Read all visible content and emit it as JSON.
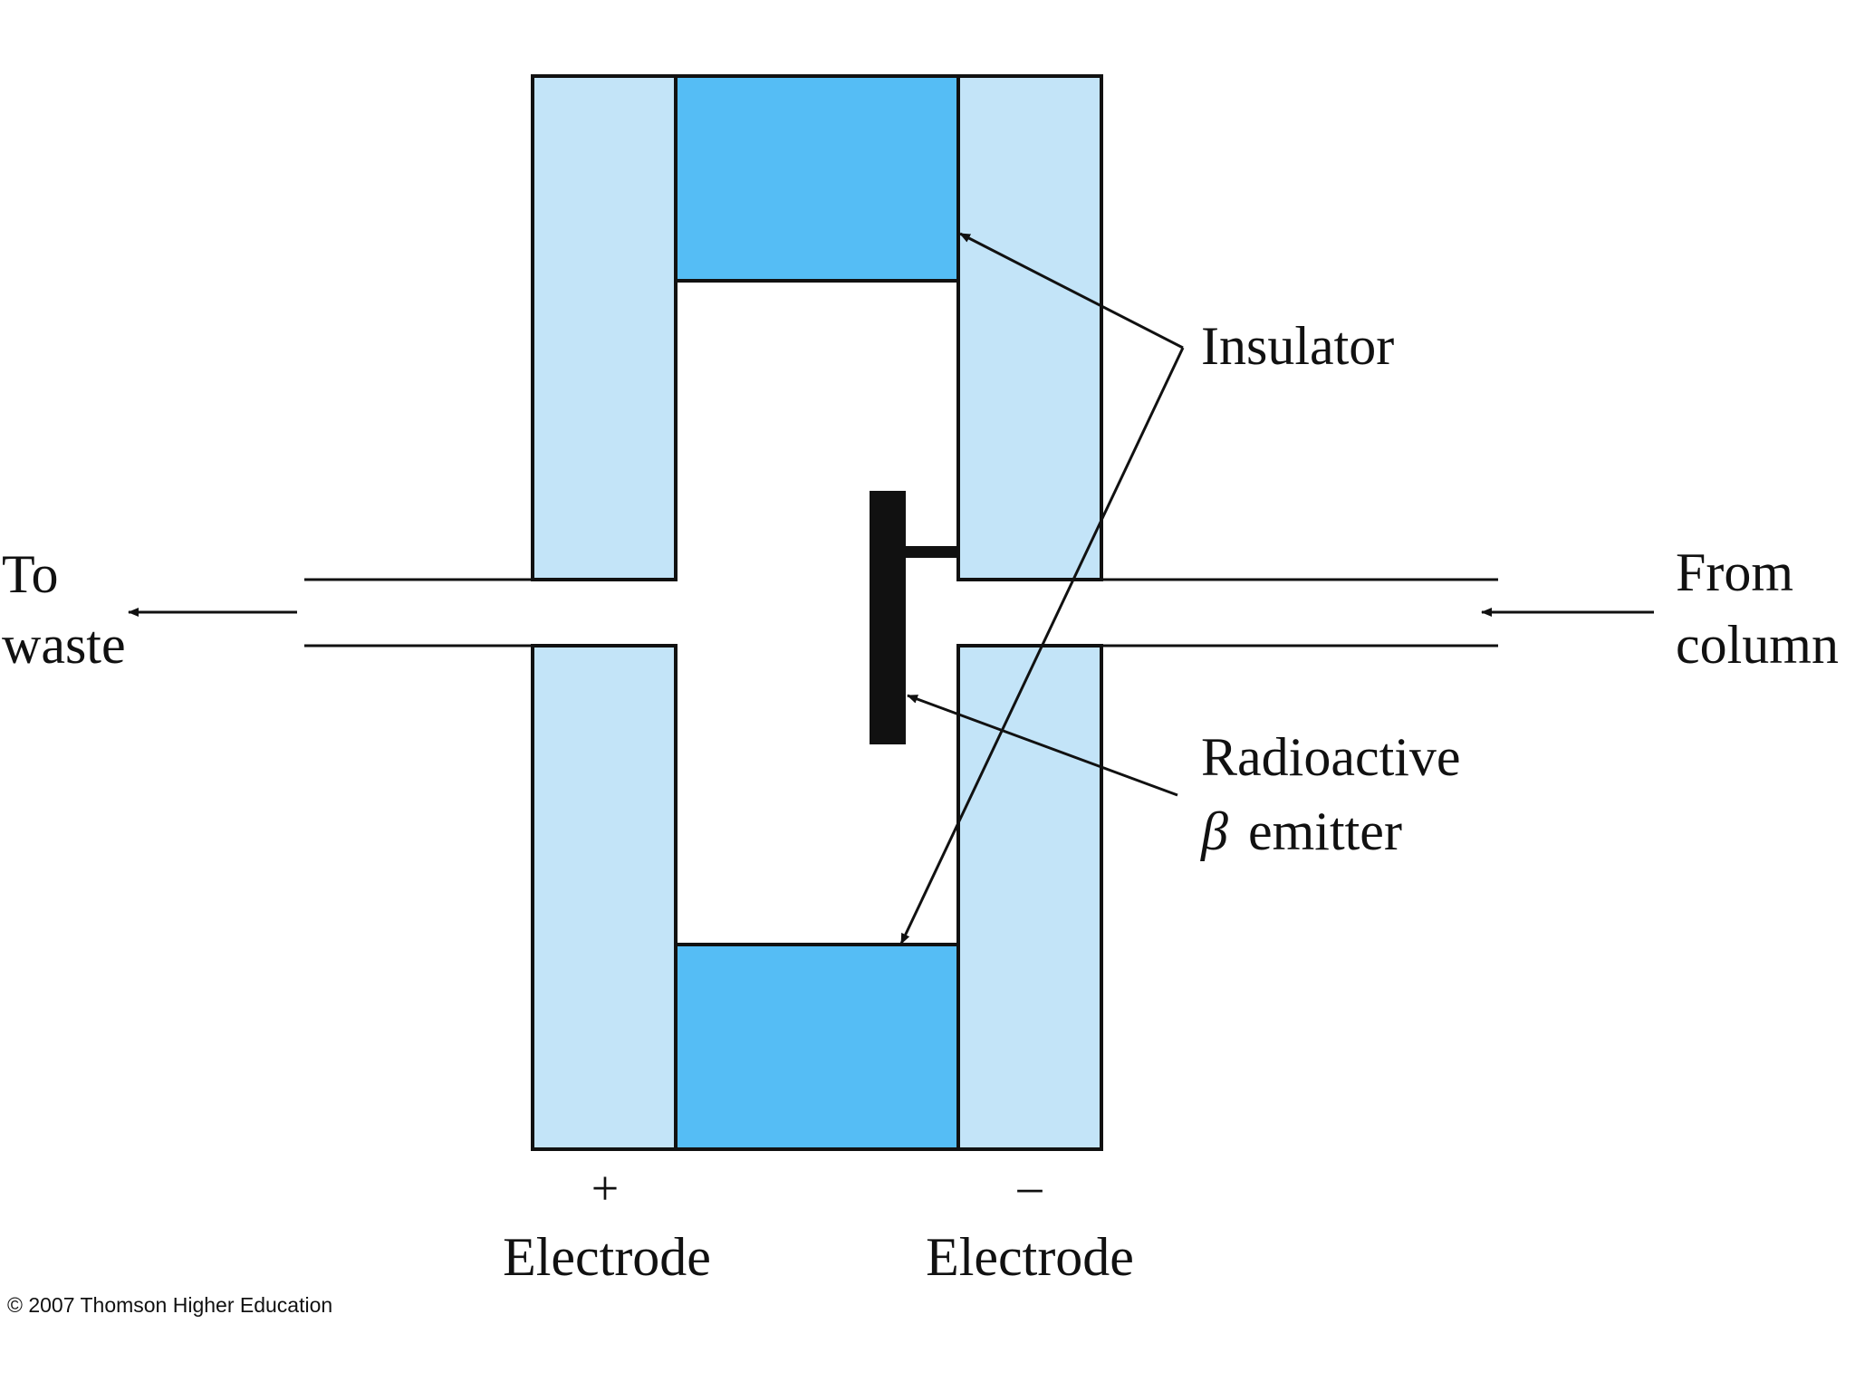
{
  "labels": {
    "insulator": "Insulator",
    "radioactive_line1": "Radioactive",
    "radioactive_line2_symbol": "β",
    "radioactive_line2_text": "emitter",
    "to_waste_line1": "To",
    "to_waste_line2": "waste",
    "from_column_line1": "From",
    "from_column_line2": "column",
    "positive_sign": "+",
    "negative_sign": "–",
    "electrode_left": "Electrode",
    "electrode_right": "Electrode"
  },
  "copyright": "© 2007 Thomson Higher Education",
  "colors": {
    "electrode_fill": "#c3e4f8",
    "insulator_fill": "#55bdf5",
    "ink": "#111111",
    "background": "#ffffff"
  }
}
